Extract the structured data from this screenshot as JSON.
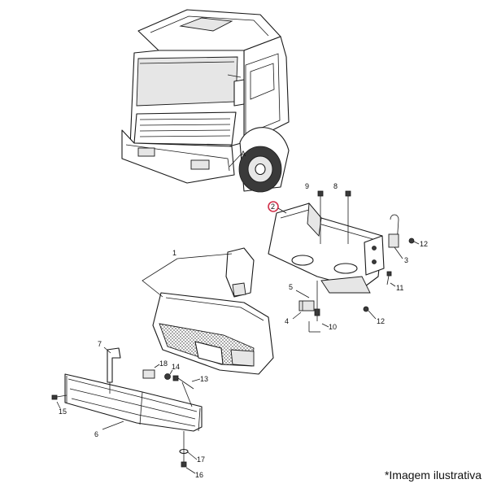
{
  "callouts": {
    "c1": "1",
    "c2": "2",
    "c3": "3",
    "c4": "4",
    "c5": "5",
    "c6": "6",
    "c7": "7",
    "c8": "8",
    "c9": "9",
    "c10": "10",
    "c11": "11",
    "c12a": "12",
    "c12b": "12",
    "c13": "13",
    "c14": "14",
    "c15": "15",
    "c16": "16",
    "c17": "17",
    "c18": "18",
    "cA": "A"
  },
  "highlight_color": "#d0304a",
  "footnote": "*Imagem ilustrativa"
}
